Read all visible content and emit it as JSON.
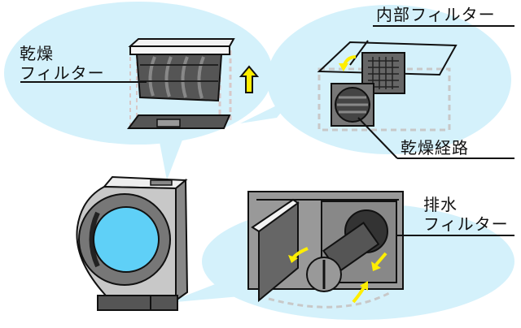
{
  "labels": {
    "drying_filter_line1": "乾燥",
    "drying_filter_line2": "フィルター",
    "internal_filter": "内部フィルター",
    "drying_path": "乾燥経路",
    "drain_filter_line1": "排水",
    "drain_filter_line2": "フィルター"
  },
  "colors": {
    "bubble": "#d4f1fb",
    "arrow": "#ffee00",
    "window": "#5fd0f7",
    "body": "#c8c8c8",
    "dark": "#4a4a4a"
  }
}
